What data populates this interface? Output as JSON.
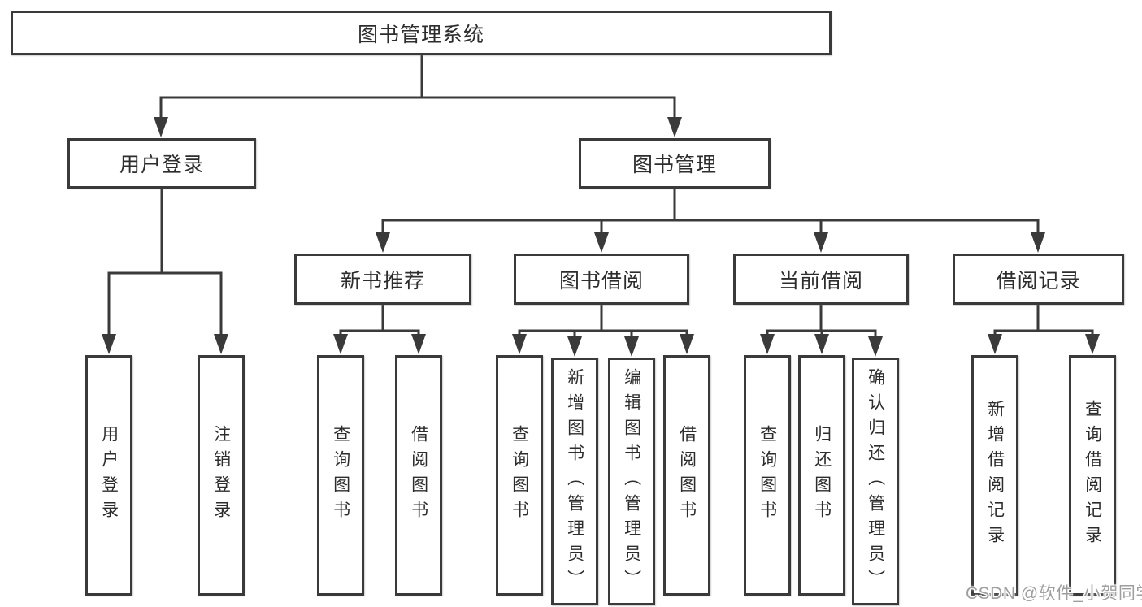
{
  "tree": {
    "label": "图书管理系统",
    "children": [
      {
        "label": "用户登录",
        "children": [
          {
            "label": "用户登录"
          },
          {
            "label": "注销登录"
          }
        ]
      },
      {
        "label": "图书管理",
        "children": [
          {
            "label": "新书推荐",
            "children": [
              {
                "label": "查询图书"
              },
              {
                "label": "借阅图书"
              }
            ]
          },
          {
            "label": "图书借阅",
            "children": [
              {
                "label": "查询图书"
              },
              {
                "label": "新增图书（管理员）"
              },
              {
                "label": "编辑图书（管理员）"
              },
              {
                "label": "借阅图书"
              }
            ]
          },
          {
            "label": "当前借阅",
            "children": [
              {
                "label": "查询图书"
              },
              {
                "label": "归还图书"
              },
              {
                "label": "确认归还（管理员）"
              }
            ]
          },
          {
            "label": "借阅记录",
            "children": [
              {
                "label": "新增借阅记录"
              },
              {
                "label": "查询借阅记录"
              }
            ]
          }
        ]
      }
    ]
  },
  "watermark": {
    "text": "CSDN @软件_小贺同学",
    "color": "#9e9e9e"
  },
  "colors": {
    "line": "#3a3a3a",
    "text": "#2d2d2d",
    "background": "#ffffff"
  }
}
